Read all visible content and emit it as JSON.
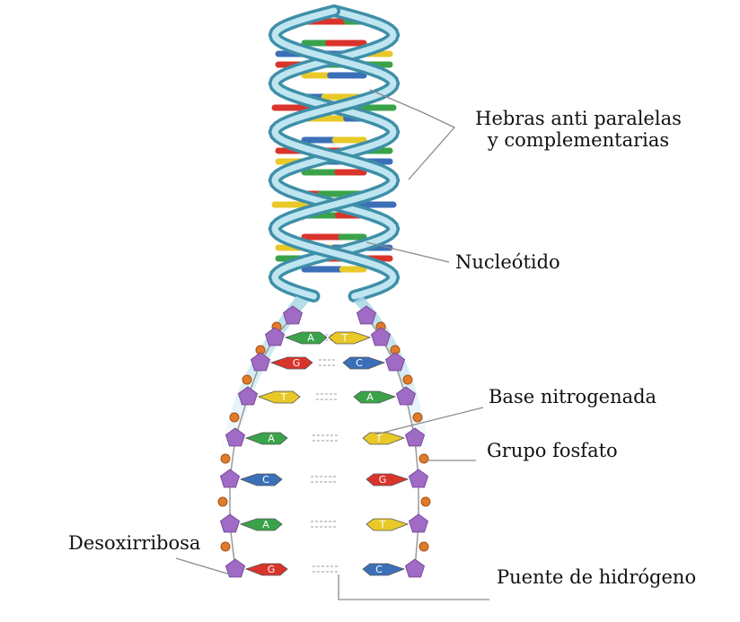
{
  "labels": {
    "hebras_line1": "Hebras anti paralelas",
    "hebras_line2": "y complementarias",
    "nucleotido": "Nucleótido",
    "base_nitrogenada": "Base nitrogenada",
    "grupo_fosfato": "Grupo fosfato",
    "desoxirribosa": "Desoxirribosa",
    "puente_hidrogeno": "Puente de hidrógeno"
  },
  "base_pairs": [
    {
      "left": "A",
      "right": "T"
    },
    {
      "left": "G",
      "right": "C"
    },
    {
      "left": "T",
      "right": "A"
    },
    {
      "left": "A",
      "right": "T"
    },
    {
      "left": "C",
      "right": "G"
    },
    {
      "left": "A",
      "right": "T"
    },
    {
      "left": "G",
      "right": "C"
    }
  ],
  "colors": {
    "adenine": "#3aa34a",
    "thymine": "#e8c928",
    "guanine": "#d9342b",
    "cytosine": "#3b6fb8",
    "backbone": "#7fc4d6",
    "sugar": "#a06bc4",
    "phosphate": "#e07b2a",
    "leader": "#8a8a8a"
  }
}
